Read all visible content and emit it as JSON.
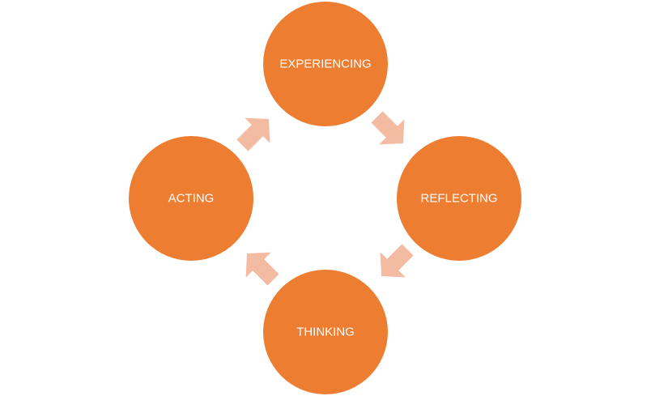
{
  "diagram": {
    "type": "cycle",
    "colors": {
      "node_fill": "#ed7d31",
      "arrow_fill": "#f4bba3",
      "label_text": "#ffffff",
      "background": "#ffffff"
    },
    "nodes": [
      {
        "label": "EXPERIENCING"
      },
      {
        "label": "REFLECTING"
      },
      {
        "label": "THINKING"
      },
      {
        "label": "ACTING"
      }
    ],
    "arrow_icon": "chevron-arrow-icon",
    "direction": "clockwise"
  }
}
